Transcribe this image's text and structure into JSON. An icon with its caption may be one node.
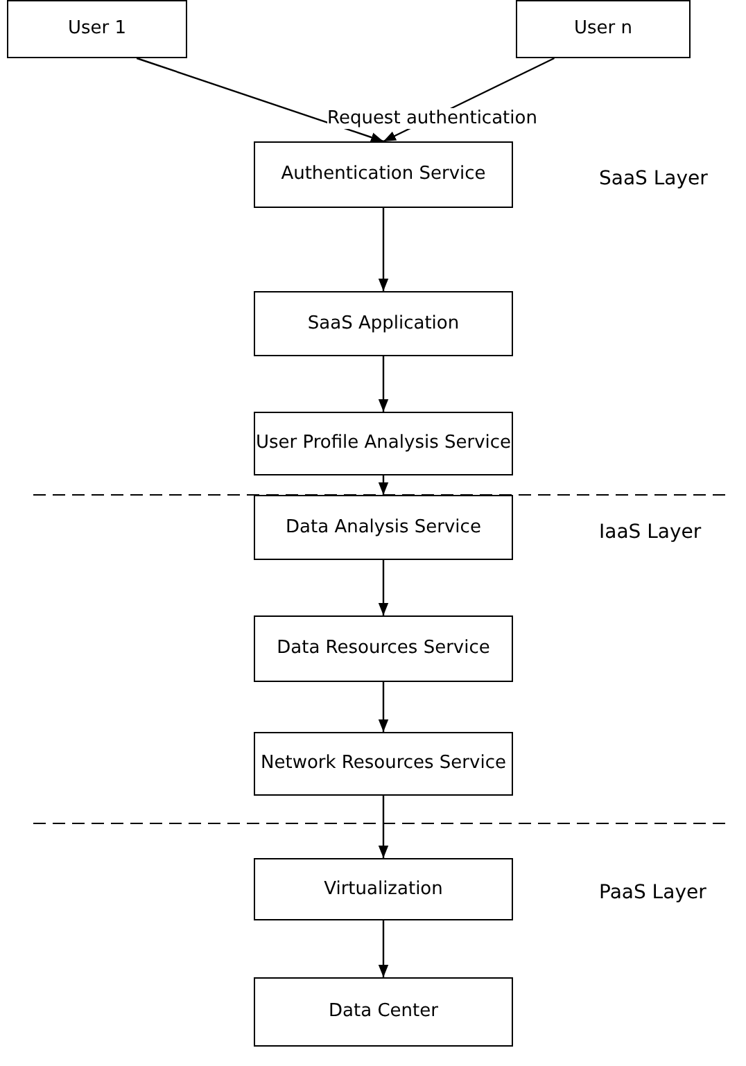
{
  "diagram": {
    "nodes": [
      {
        "text": [
          "User 1"
        ]
      },
      {
        "text": [
          "User n"
        ]
      },
      {
        "text": [
          "Authentication Service"
        ]
      },
      {
        "text": [
          "SaaS Application"
        ]
      },
      {
        "text": [
          "User Profile Analysis Service"
        ]
      },
      {
        "text": [
          "Data Analysis Service"
        ]
      },
      {
        "text": [
          "Data Resources Service"
        ]
      },
      {
        "text": [
          "Network Resources Service"
        ]
      },
      {
        "text": [
          "Virtualization"
        ]
      },
      {
        "text": [
          "Data Center"
        ]
      }
    ],
    "edges": [
      {
        "from": 0,
        "to": 2,
        "arrow": "to"
      },
      {
        "from": 1,
        "to": 2,
        "arrow": "to"
      },
      {
        "from": 2,
        "to": 3,
        "arrow": "to"
      },
      {
        "from": 3,
        "to": 4,
        "arrow": "to"
      },
      {
        "from": 4,
        "to": 5,
        "arrow": "to"
      },
      {
        "from": 5,
        "to": 6,
        "arrow": "to"
      },
      {
        "from": 6,
        "to": 7,
        "arrow": "to"
      },
      {
        "from": 7,
        "to": 8,
        "arrow": "to"
      },
      {
        "from": 8,
        "to": 9,
        "arrow": "to"
      }
    ],
    "labels": [
      "Request authentication",
      "SaaS Layer",
      "IaaS Layer",
      "PaaS Layer"
    ]
  }
}
